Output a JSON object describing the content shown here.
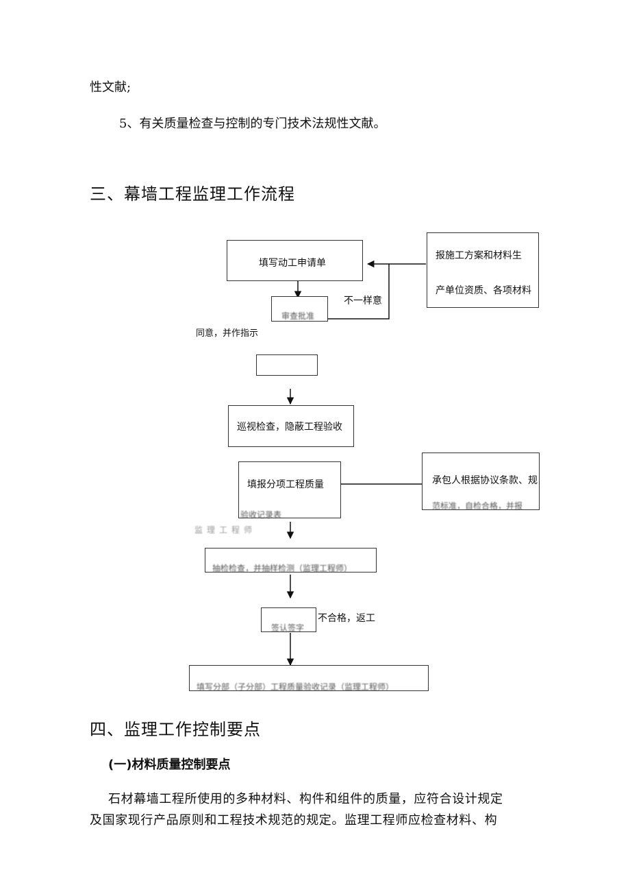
{
  "intro": {
    "line1": "性文献;",
    "item5": "5、有关质量检查与控制的专门技术法规性文献。"
  },
  "section3": {
    "title": "三、幕墙工程监理工作流程"
  },
  "flow": {
    "box_apply": "填写动工申请单",
    "box_report_line1": "报施工方案和材料生",
    "box_report_line2": "产单位资质、各项材料",
    "label_disagree": "不一样意",
    "box_review_fuzzy": "审查批准",
    "label_agree": "同意，并作指示",
    "box_patrol": "巡视检查，隐蔽工程验收",
    "box_fill_quality": "填报分项工程质量",
    "box_fill_quality_fuzzy": "验收记录表",
    "box_contractor_line1": "承包人根据协议条款、规",
    "box_contractor_fuzzy": "范标准，自检合格，并报",
    "side_fuzzy": "监理工程师",
    "box_random_fuzzy": "抽检检查，并抽样检测（监理工程师）",
    "label_unqualified": "不合格，返工",
    "box_approve_fuzzy": "签认签字",
    "box_final_fuzzy": "填写分部（子分部）工程质量验收记录（监理工程师）"
  },
  "section4": {
    "title": "四、监理工作控制要点",
    "sub1": "(一)材料质量控制要点",
    "para_line1": "石材幕墙工程所使用的多种材料、构件和组件的质量，应符合设计规定",
    "para_line2": "及国家现行产品原则和工程技术规范的规定。监理工程师应检查材料、构"
  }
}
